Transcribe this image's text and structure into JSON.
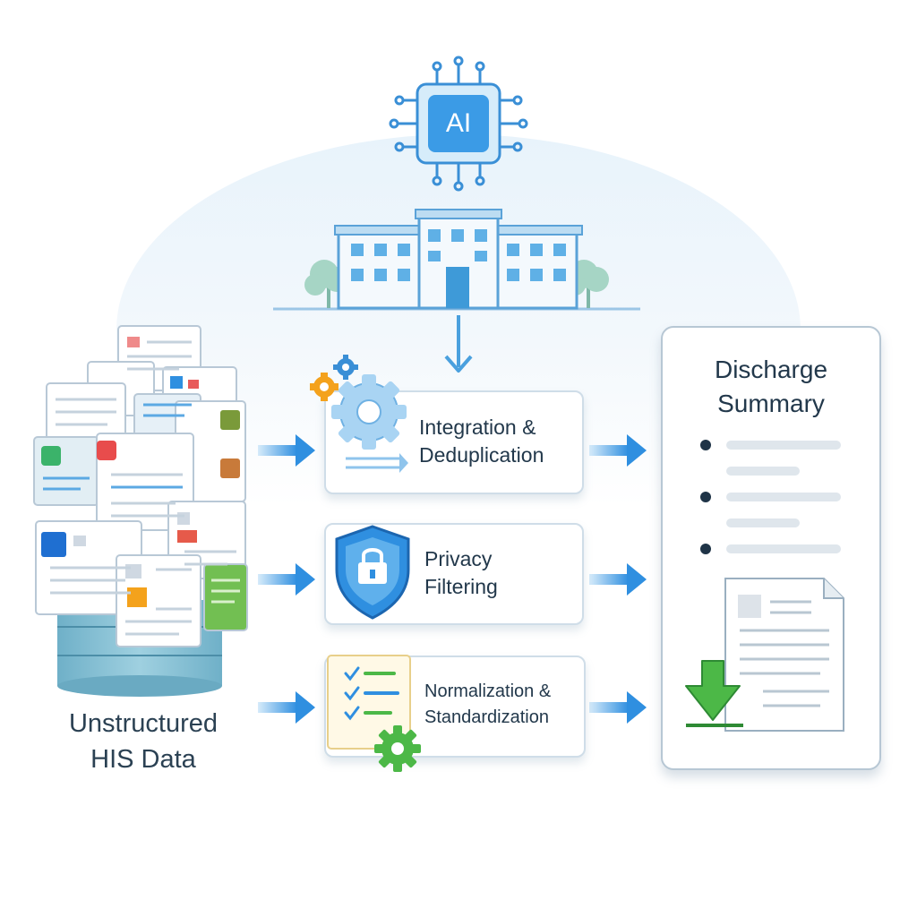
{
  "diagram": {
    "core_badge": "AI",
    "steps": [
      {
        "label_line1": "Integration &",
        "label_line2": "Deduplication"
      },
      {
        "label_line1": "Privacy",
        "label_line2": "Filtering"
      },
      {
        "label_line1": "Normalization &",
        "label_line2": "Standardization"
      }
    ],
    "source": {
      "label_line1": "Unstructured",
      "label_line2": "HIS Data"
    },
    "output": {
      "title_line1": "Discharge",
      "title_line2": "Summary"
    }
  },
  "colors": {
    "primary_blue": "#2f8fe0",
    "light_blue": "#bfe0f6",
    "accent_green": "#4cb847",
    "accent_orange": "#f4a21c",
    "text_dark": "#22384b"
  },
  "icons": [
    "ai-chip-icon",
    "hospital-icon",
    "gears-icon",
    "shield-lock-icon",
    "checklist-gear-icon",
    "document-stack-icon",
    "database-icon",
    "download-arrow-icon",
    "document-icon"
  ]
}
